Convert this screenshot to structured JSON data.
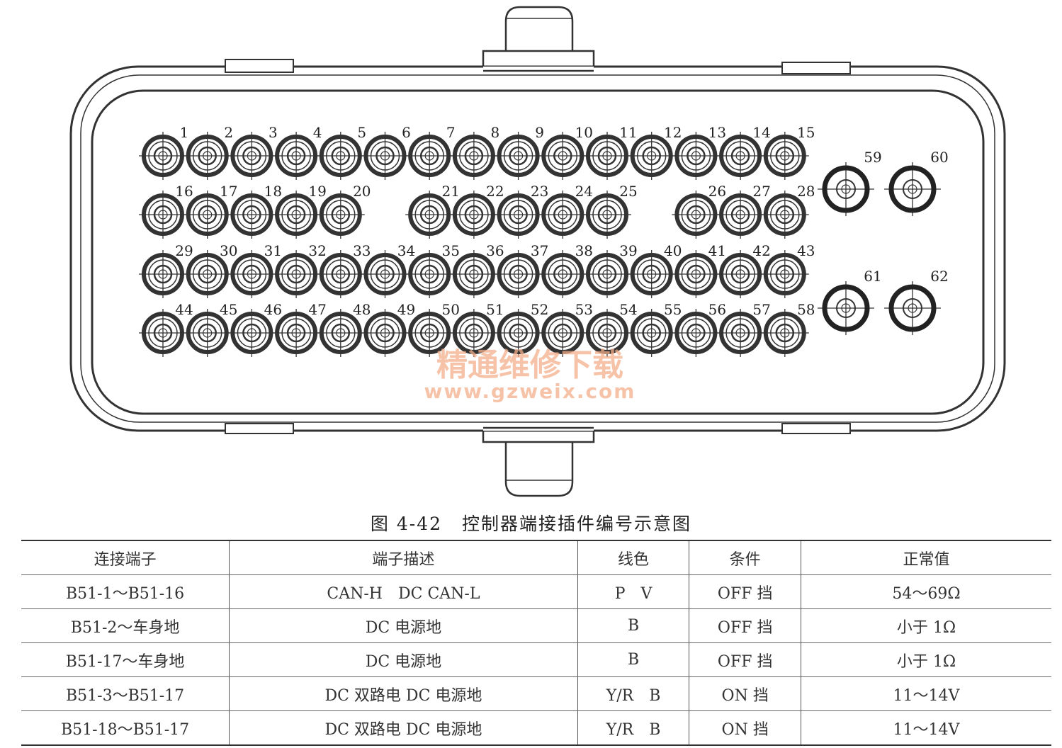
{
  "pins": {
    "small": [
      {
        "n": "1",
        "col": 0,
        "row": 0
      },
      {
        "n": "2",
        "col": 1,
        "row": 0
      },
      {
        "n": "3",
        "col": 2,
        "row": 0
      },
      {
        "n": "4",
        "col": 3,
        "row": 0
      },
      {
        "n": "5",
        "col": 4,
        "row": 0
      },
      {
        "n": "6",
        "col": 5,
        "row": 0
      },
      {
        "n": "7",
        "col": 6,
        "row": 0
      },
      {
        "n": "8",
        "col": 7,
        "row": 0
      },
      {
        "n": "9",
        "col": 8,
        "row": 0
      },
      {
        "n": "10",
        "col": 9,
        "row": 0
      },
      {
        "n": "11",
        "col": 10,
        "row": 0
      },
      {
        "n": "12",
        "col": 11,
        "row": 0
      },
      {
        "n": "13",
        "col": 12,
        "row": 0
      },
      {
        "n": "14",
        "col": 13,
        "row": 0
      },
      {
        "n": "15",
        "col": 14,
        "row": 0
      },
      {
        "n": "16",
        "col": 0,
        "row": 1
      },
      {
        "n": "17",
        "col": 1,
        "row": 1
      },
      {
        "n": "18",
        "col": 2,
        "row": 1
      },
      {
        "n": "19",
        "col": 3,
        "row": 1
      },
      {
        "n": "20",
        "col": 4,
        "row": 1
      },
      {
        "n": "21",
        "col": 6,
        "row": 1
      },
      {
        "n": "22",
        "col": 7,
        "row": 1
      },
      {
        "n": "23",
        "col": 8,
        "row": 1
      },
      {
        "n": "24",
        "col": 9,
        "row": 1
      },
      {
        "n": "25",
        "col": 10,
        "row": 1
      },
      {
        "n": "26",
        "col": 12,
        "row": 1
      },
      {
        "n": "27",
        "col": 13,
        "row": 1
      },
      {
        "n": "28",
        "col": 14,
        "row": 1
      },
      {
        "n": "29",
        "col": 0,
        "row": 2
      },
      {
        "n": "30",
        "col": 1,
        "row": 2
      },
      {
        "n": "31",
        "col": 2,
        "row": 2
      },
      {
        "n": "32",
        "col": 3,
        "row": 2
      },
      {
        "n": "33",
        "col": 4,
        "row": 2
      },
      {
        "n": "34",
        "col": 5,
        "row": 2
      },
      {
        "n": "35",
        "col": 6,
        "row": 2
      },
      {
        "n": "36",
        "col": 7,
        "row": 2
      },
      {
        "n": "37",
        "col": 8,
        "row": 2
      },
      {
        "n": "38",
        "col": 9,
        "row": 2
      },
      {
        "n": "39",
        "col": 10,
        "row": 2
      },
      {
        "n": "40",
        "col": 11,
        "row": 2
      },
      {
        "n": "41",
        "col": 12,
        "row": 2
      },
      {
        "n": "42",
        "col": 13,
        "row": 2
      },
      {
        "n": "43",
        "col": 14,
        "row": 2
      },
      {
        "n": "44",
        "col": 0,
        "row": 3
      },
      {
        "n": "45",
        "col": 1,
        "row": 3
      },
      {
        "n": "46",
        "col": 2,
        "row": 3
      },
      {
        "n": "47",
        "col": 3,
        "row": 3
      },
      {
        "n": "48",
        "col": 4,
        "row": 3
      },
      {
        "n": "49",
        "col": 5,
        "row": 3
      },
      {
        "n": "50",
        "col": 6,
        "row": 3
      },
      {
        "n": "51",
        "col": 7,
        "row": 3
      },
      {
        "n": "52",
        "col": 8,
        "row": 3
      },
      {
        "n": "53",
        "col": 9,
        "row": 3
      },
      {
        "n": "54",
        "col": 10,
        "row": 3
      },
      {
        "n": "55",
        "col": 11,
        "row": 3
      },
      {
        "n": "56",
        "col": 12,
        "row": 3
      },
      {
        "n": "57",
        "col": 13,
        "row": 3
      },
      {
        "n": "58",
        "col": 14,
        "row": 3
      }
    ],
    "large": [
      {
        "n": "59",
        "col": 0,
        "row": 0
      },
      {
        "n": "60",
        "col": 1,
        "row": 0
      },
      {
        "n": "61",
        "col": 0,
        "row": 1
      },
      {
        "n": "62",
        "col": 1,
        "row": 1
      }
    ]
  },
  "watermark": {
    "text": "精通维修下载",
    "url": "www.gzweix.com"
  },
  "caption": {
    "figure_no": "图 4-42",
    "title": "控制器端接插件编号示意图"
  },
  "table": {
    "headers": [
      "连接端子",
      "端子描述",
      "线色",
      "条件",
      "正常值"
    ],
    "rows": [
      [
        "B51-1～B51-16",
        "CAN-H　DC CAN-L",
        "P　V",
        "OFF 挡",
        "54～69Ω"
      ],
      [
        "B51-2～车身地",
        "DC 电源地",
        "B",
        "OFF 挡",
        "小于 1Ω"
      ],
      [
        "B51-17～车身地",
        "DC 电源地",
        "B",
        "OFF 挡",
        "小于 1Ω"
      ],
      [
        "B51-3～B51-17",
        "DC 双路电 DC 电源地",
        "Y/R　B",
        "ON 挡",
        "11～14V"
      ],
      [
        "B51-18～B51-17",
        "DC 双路电 DC 电源地",
        "Y/R　B",
        "ON 挡",
        "11～14V"
      ]
    ]
  }
}
